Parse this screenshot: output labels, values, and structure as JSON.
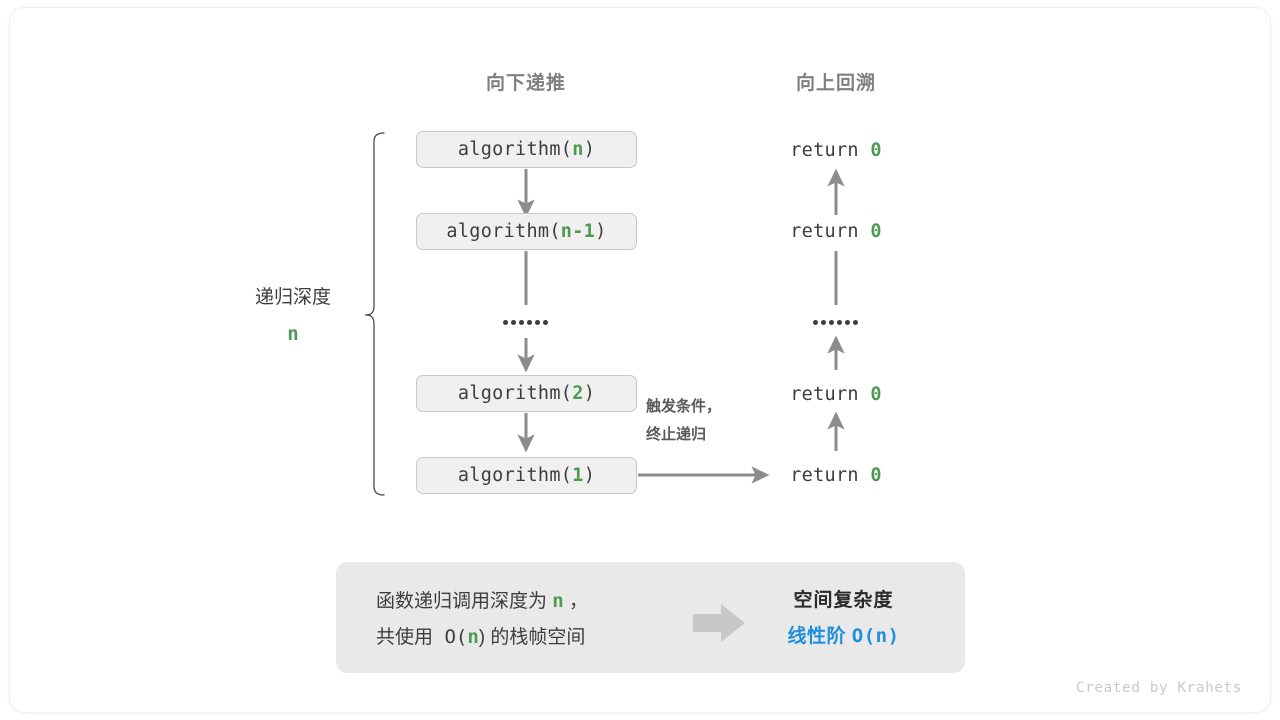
{
  "headers": {
    "down": "向下递推",
    "up": "向上回溯"
  },
  "depth": {
    "label": "递归深度",
    "value": "n"
  },
  "call_stack": [
    {
      "prefix": "algorithm(",
      "arg": "n",
      "suffix": ")"
    },
    {
      "prefix": "algorithm(",
      "arg": "n-1",
      "suffix": ")"
    },
    {
      "prefix": "algorithm(",
      "arg": "2",
      "suffix": ")"
    },
    {
      "prefix": "algorithm(",
      "arg": "1",
      "suffix": ")"
    }
  ],
  "returns": [
    {
      "keyword": "return",
      "value": "0"
    },
    {
      "keyword": "return",
      "value": "0"
    },
    {
      "keyword": "return",
      "value": "0"
    },
    {
      "keyword": "return",
      "value": "0"
    }
  ],
  "ellipsis_dots": 6,
  "trigger_note": {
    "line1": "触发条件，",
    "line2": "终止递归"
  },
  "summary": {
    "left_line1_a": "函数递归调用深度为 ",
    "left_line1_n": "n",
    "left_line1_b": " ，",
    "left_line2_a": "共使用 O(",
    "left_line2_n": "n",
    "left_line2_b": ") 的栈帧空间",
    "right_title": "空间复杂度",
    "right_value_text": "线性阶 ",
    "right_value_mono": "O(n)"
  },
  "credit": "Created by Krahets",
  "colors": {
    "green": "#4e9a52",
    "blue": "#1e8fdb",
    "text": "#3d3d3d",
    "header_gray": "#808080",
    "box_fill": "#f0f0f0",
    "box_border": "#c9c9c9",
    "panel_fill": "#e9e9e9",
    "arrow_gray": "#8c8c8c",
    "block_arrow": "#c8c8c8"
  }
}
